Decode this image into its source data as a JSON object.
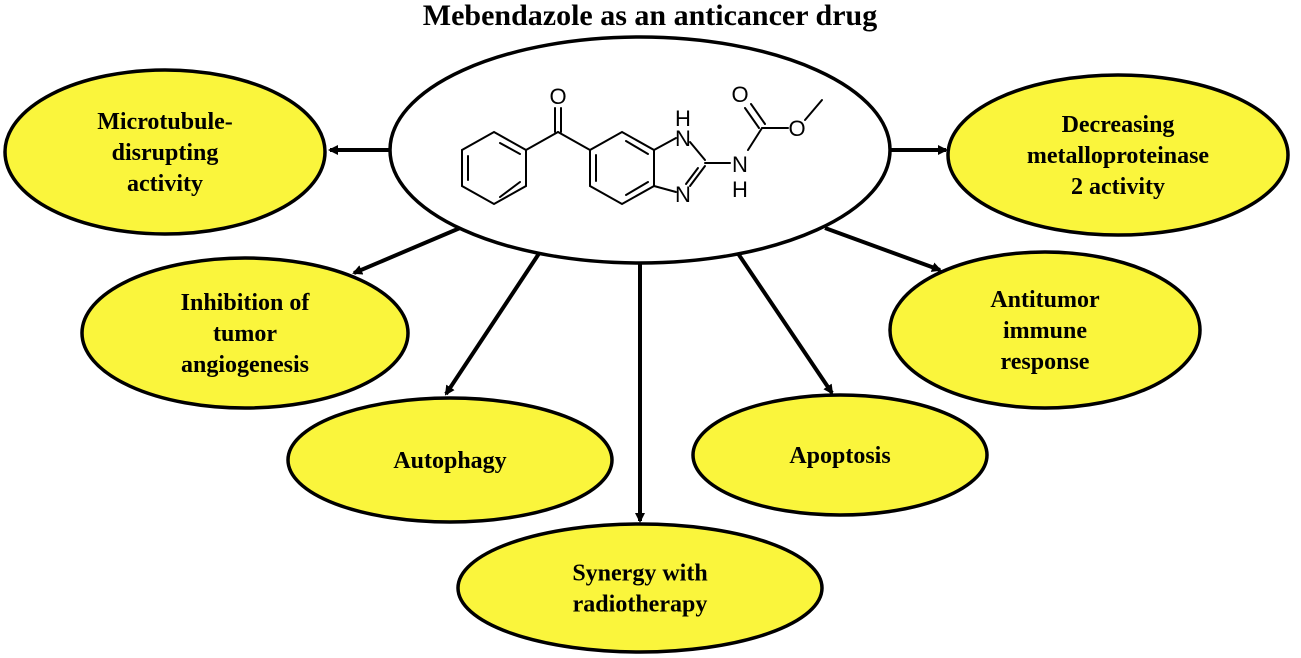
{
  "title": "Mebendazole as an anticancer drug",
  "colors": {
    "bubble_fill": "#FAF53C",
    "center_fill": "#FFFFFF",
    "stroke": "#000000"
  },
  "center": {
    "label": "",
    "structure": "mebendazole-chemical-structure",
    "atoms": {
      "o_ketone": "O",
      "o_carbonyl": "O",
      "o_ether": "O",
      "nh_ring": "H",
      "n_ring_top": "N",
      "n_ring_bottom": "N",
      "n_amide": "N",
      "h_amide": "H"
    }
  },
  "nodes": [
    {
      "id": "microtubule",
      "lines": [
        "Microtubule-",
        "disrupting",
        "activity"
      ]
    },
    {
      "id": "metalloproteinase",
      "lines": [
        "Decreasing",
        "metalloproteinase",
        "2 activity"
      ]
    },
    {
      "id": "angiogenesis",
      "lines": [
        "Inhibition of",
        "tumor",
        "angiogenesis"
      ]
    },
    {
      "id": "immune",
      "lines": [
        "Antitumor",
        "immune",
        "response"
      ]
    },
    {
      "id": "autophagy",
      "lines": [
        "Autophagy"
      ]
    },
    {
      "id": "apoptosis",
      "lines": [
        "Apoptosis"
      ]
    },
    {
      "id": "radiotherapy",
      "lines": [
        "Synergy with",
        "radiotherapy"
      ]
    }
  ]
}
